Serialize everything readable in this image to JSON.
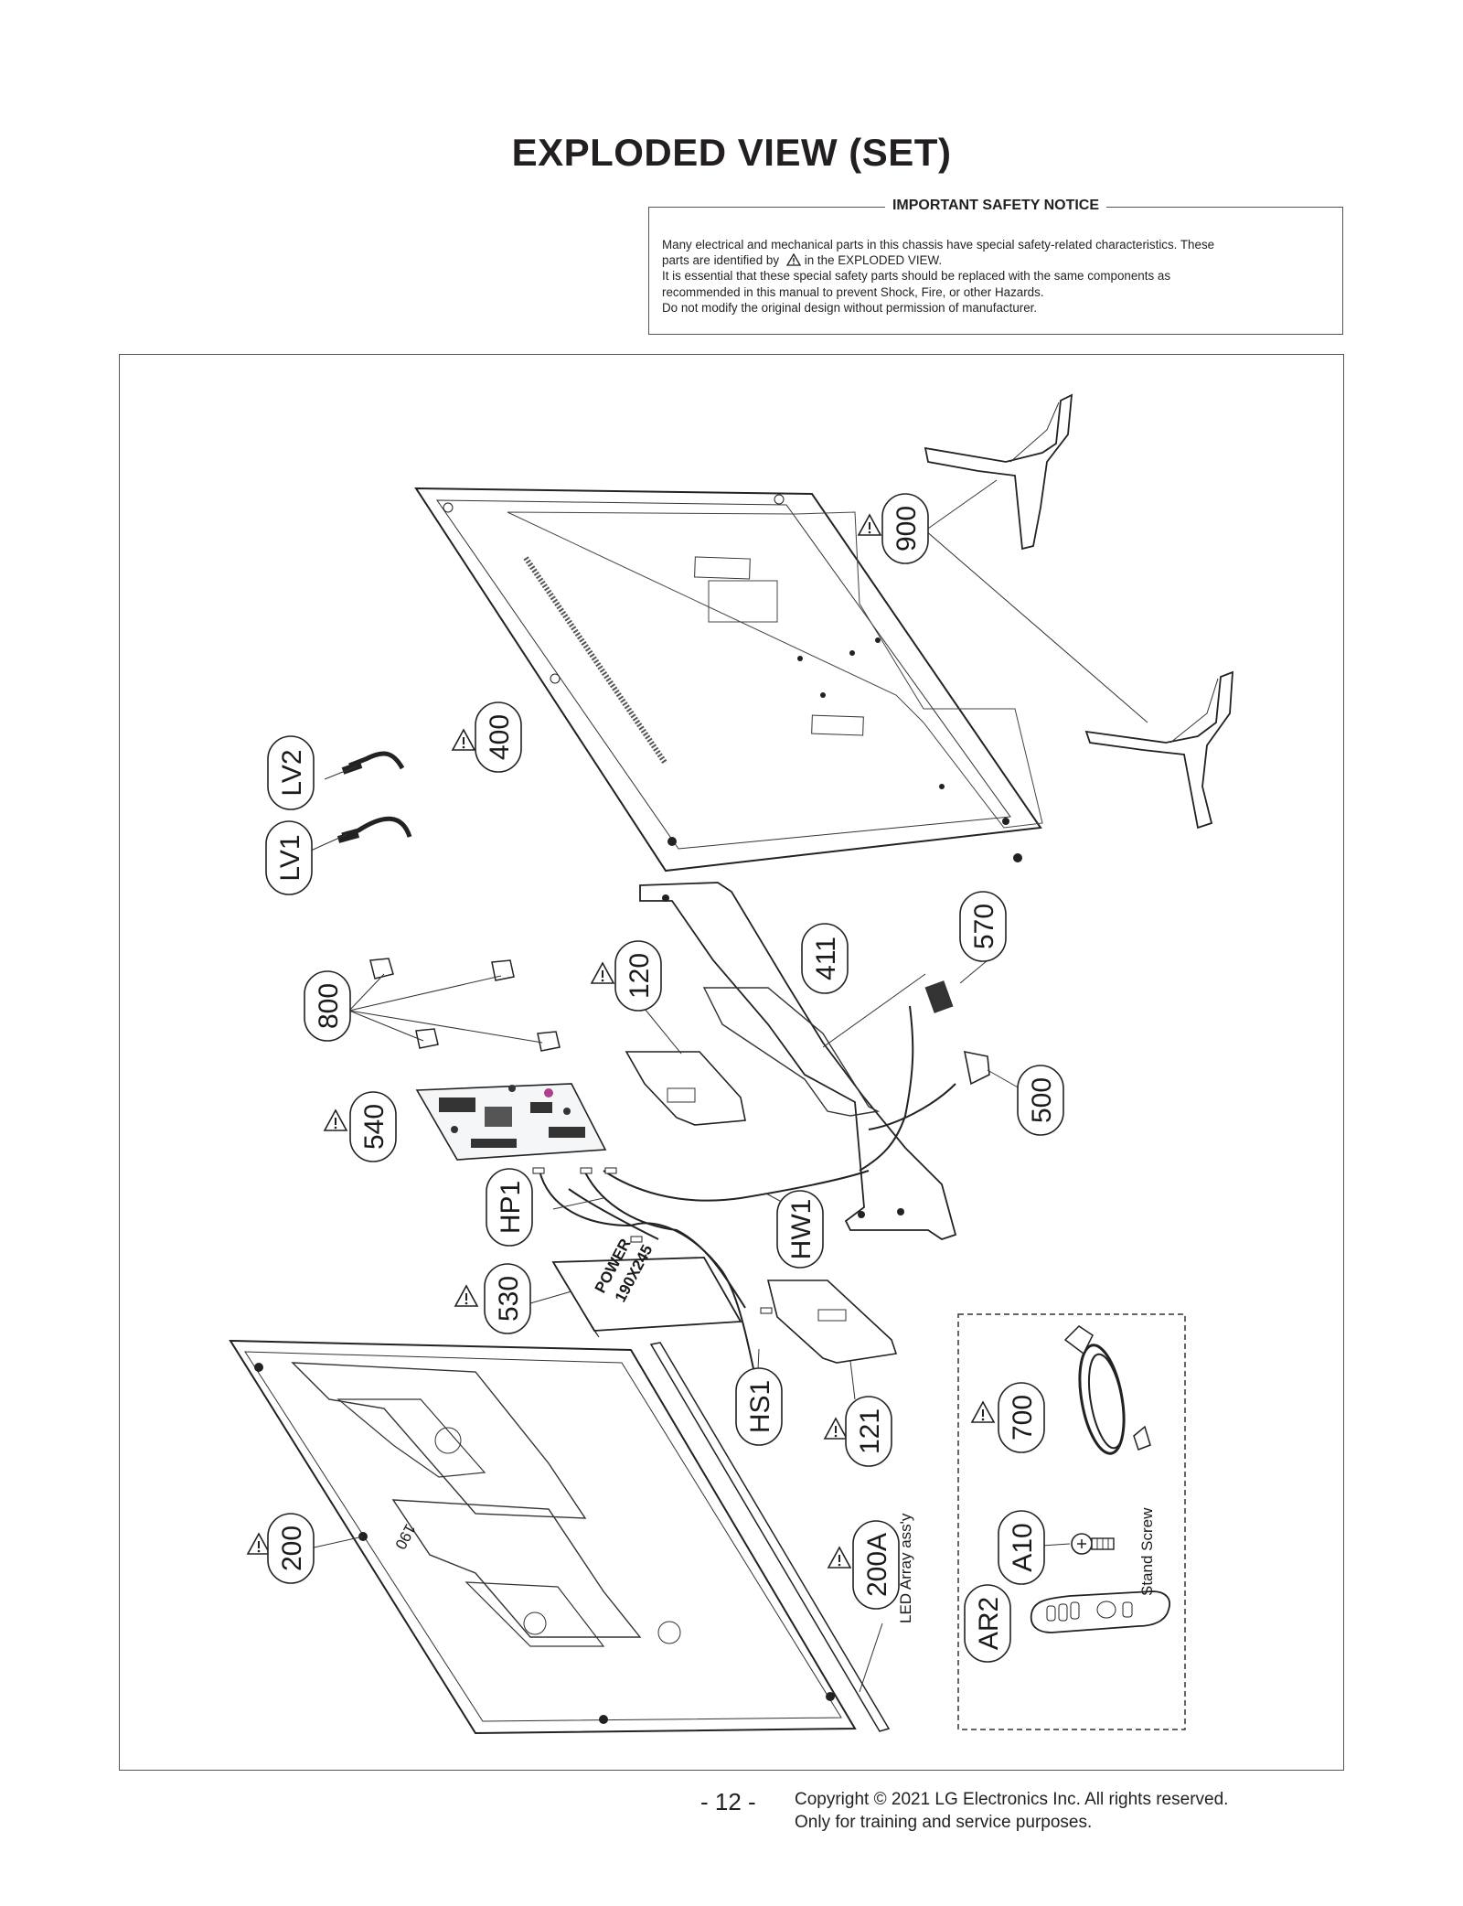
{
  "title": "EXPLODED VIEW (SET)",
  "notice": {
    "title": "IMPORTANT SAFETY NOTICE",
    "line1": "Many electrical and mechanical parts in this chassis have special safety-related characteristics. These",
    "line2a": "parts are identified by",
    "line2b": "in the EXPLODED VIEW.",
    "line3": "It is essential that these special safety parts should be replaced with the same components as",
    "line4": "recommended in this manual to prevent Shock, Fire, or other Hazards.",
    "line5": "Do not modify the original design without permission of manufacturer."
  },
  "parts": {
    "p900": "900",
    "p400": "400",
    "lv2": "LV2",
    "lv1": "LV1",
    "p411": "411",
    "p570": "570",
    "p120": "120",
    "p800": "800",
    "p500": "500",
    "p540": "540",
    "hw1": "HW1",
    "hp1": "HP1",
    "p530": "530",
    "hs1": "HS1",
    "p121": "121",
    "p700": "700",
    "p200": "200",
    "p200a": "200A",
    "a10": "A10",
    "ar2": "AR2"
  },
  "captions": {
    "led_array": "LED Array ass'y",
    "stand_screw": "Stand Screw",
    "power_board_text1": "POWER",
    "power_board_text2": "190X245",
    "panel_marking": "190"
  },
  "footer": {
    "page": "- 12 -",
    "copyright_line1": "Copyright © 2021 LG Electronics Inc. All rights reserved.",
    "copyright_line2": "Only for training and service purposes."
  }
}
